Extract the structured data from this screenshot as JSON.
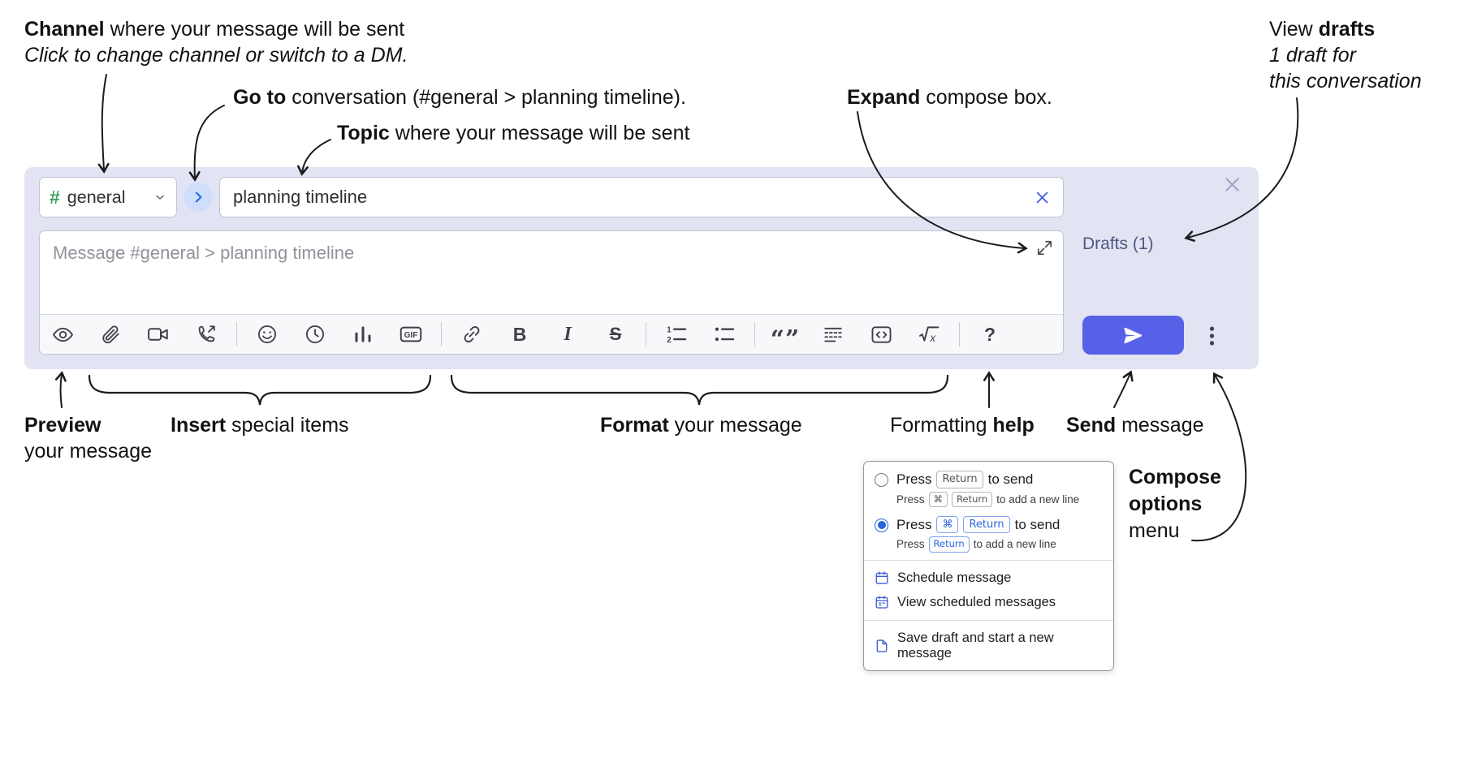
{
  "annotations": {
    "channel": {
      "bold": "Channel",
      "rest": " where your message will be sent",
      "italic": "Click to change channel or switch to a DM."
    },
    "goto": {
      "bold": "Go to",
      "rest": " conversation (#general > planning timeline)."
    },
    "topic": {
      "bold": "Topic",
      "rest": " where your message will be sent"
    },
    "expand": {
      "bold": "Expand",
      "rest": " compose box."
    },
    "drafts": {
      "pre": "View ",
      "bold": "drafts",
      "italic_line1": "1 draft for",
      "italic_line2": "this conversation"
    },
    "preview": {
      "bold": "Preview",
      "line2": "your message"
    },
    "insert": {
      "bold": "Insert",
      "rest": " special items"
    },
    "format": {
      "bold": "Format",
      "rest": " your message"
    },
    "help": {
      "pre": "Formatting ",
      "bold": "help"
    },
    "send": {
      "bold": "Send",
      "rest": " message"
    },
    "options": {
      "bold_line1": "Compose",
      "bold_line2": "options",
      "line3": "menu"
    }
  },
  "compose": {
    "channel_hash": "#",
    "channel_name": "general",
    "topic_value": "planning timeline",
    "message_placeholder": "Message #general > planning timeline",
    "drafts_link": "Drafts (1)"
  },
  "toolbar": {
    "gif_label": "GIF",
    "bold_label": "B",
    "italic_label": "I",
    "strike_label": "S",
    "quote_glyph": "“”",
    "math_x": "x",
    "ol_1": "1",
    "ol_2": "2",
    "help_label": "?",
    "icon_names": [
      "preview",
      "attach-file",
      "video-call",
      "voice-call",
      "emoji",
      "time",
      "poll",
      "gif",
      "link",
      "bold",
      "italic",
      "strikethrough",
      "numbered-list",
      "bulleted-list",
      "quote",
      "spoiler",
      "code",
      "math",
      "help"
    ]
  },
  "popup": {
    "option1": {
      "press": "Press",
      "key": "Return",
      "suffix": "to send",
      "sub_press": "Press",
      "sub_key1": "⌘",
      "sub_key2": "Return",
      "sub_suffix": "to add a new line"
    },
    "option2": {
      "press": "Press",
      "key1": "⌘",
      "key2": "Return",
      "suffix": "to send",
      "sub_press": "Press",
      "sub_key": "Return",
      "sub_suffix": "to add a new line"
    },
    "schedule": "Schedule message",
    "view_scheduled": "View scheduled messages",
    "save_draft": "Save draft and start a new message"
  },
  "colors": {
    "compose_bg": "#e2e4f3",
    "send_button": "#5661e8",
    "channel_green": "#42a05e",
    "drafts_link": "#4e587f",
    "selected_radio_blue": "#2565dd"
  }
}
